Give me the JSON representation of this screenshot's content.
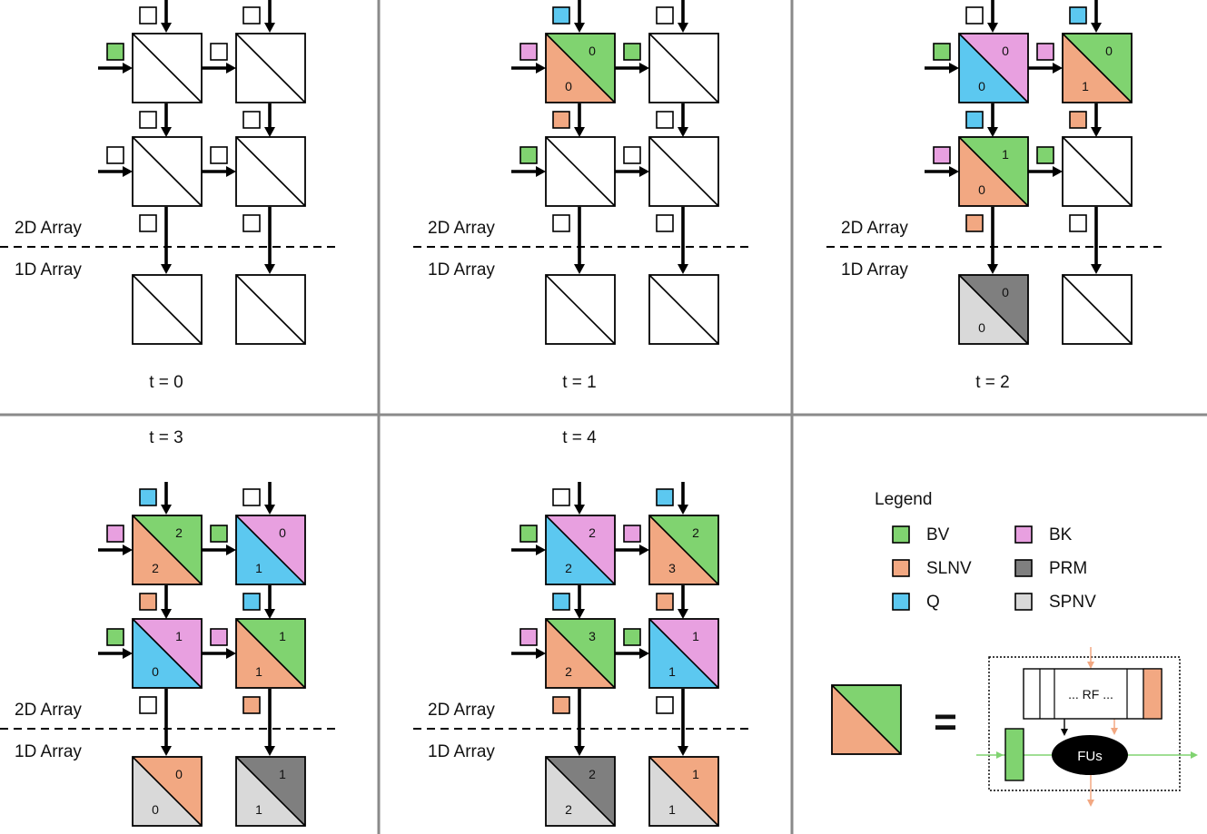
{
  "colors": {
    "BV": "#80d370",
    "SLNV": "#f2a882",
    "Q": "#5cc8f0",
    "BK": "#e8a0e0",
    "PRM": "#7f7f7f",
    "SPNV": "#d9d9d9",
    "W": "#ffffff",
    "line": "#000000",
    "divider": "#8a8a8a"
  },
  "labels": {
    "array2d": "2D Array",
    "array1d": "1D Array",
    "legend_title": "Legend",
    "equals": "=",
    "rf": "... RF ...",
    "fus": "FUs"
  },
  "legend": [
    {
      "key": "BV",
      "label": "BV"
    },
    {
      "key": "SLNV",
      "label": "SLNV"
    },
    {
      "key": "Q",
      "label": "Q"
    },
    {
      "key": "BK",
      "label": "BK"
    },
    {
      "key": "PRM",
      "label": "PRM"
    },
    {
      "key": "SPNV",
      "label": "SPNV"
    }
  ],
  "panels": [
    {
      "time": "t = 0",
      "cells": [
        {
          "up": "W",
          "dn": "W",
          "un": "",
          "dnn": ""
        },
        {
          "up": "W",
          "dn": "W",
          "un": "",
          "dnn": ""
        },
        {
          "up": "W",
          "dn": "W",
          "un": "",
          "dnn": ""
        },
        {
          "up": "W",
          "dn": "W",
          "un": "",
          "dnn": ""
        }
      ],
      "out": [
        {
          "up": "W",
          "dn": "W",
          "un": "",
          "dnn": ""
        },
        {
          "up": "W",
          "dn": "W",
          "un": "",
          "dnn": ""
        }
      ],
      "top": [
        "W",
        "W"
      ],
      "left": [
        "BV",
        "W"
      ],
      "inner_h": [
        "W",
        "W"
      ],
      "inner_v": [
        "W",
        "W"
      ],
      "bottom": [
        "W",
        "W"
      ]
    },
    {
      "time": "t = 1",
      "cells": [
        {
          "up": "BV",
          "dn": "SLNV",
          "un": "0",
          "dnn": "0"
        },
        {
          "up": "W",
          "dn": "W",
          "un": "",
          "dnn": ""
        },
        {
          "up": "W",
          "dn": "W",
          "un": "",
          "dnn": ""
        },
        {
          "up": "W",
          "dn": "W",
          "un": "",
          "dnn": ""
        }
      ],
      "out": [
        {
          "up": "W",
          "dn": "W",
          "un": "",
          "dnn": ""
        },
        {
          "up": "W",
          "dn": "W",
          "un": "",
          "dnn": ""
        }
      ],
      "top": [
        "Q",
        "W"
      ],
      "left": [
        "BK",
        "BV"
      ],
      "inner_h": [
        "BV",
        "W"
      ],
      "inner_v": [
        "SLNV",
        "W"
      ],
      "bottom": [
        "W",
        "W"
      ]
    },
    {
      "time": "t = 2",
      "cells": [
        {
          "up": "BK",
          "dn": "Q",
          "un": "0",
          "dnn": "0"
        },
        {
          "up": "BV",
          "dn": "SLNV",
          "un": "0",
          "dnn": "1"
        },
        {
          "up": "BV",
          "dn": "SLNV",
          "un": "1",
          "dnn": "0"
        },
        {
          "up": "W",
          "dn": "W",
          "un": "",
          "dnn": ""
        }
      ],
      "out": [
        {
          "up": "PRM",
          "dn": "SPNV",
          "un": "0",
          "dnn": "0"
        },
        {
          "up": "W",
          "dn": "W",
          "un": "",
          "dnn": ""
        }
      ],
      "top": [
        "W",
        "Q"
      ],
      "left": [
        "BV",
        "BK"
      ],
      "inner_h": [
        "BK",
        "BV"
      ],
      "inner_v": [
        "Q",
        "SLNV"
      ],
      "bottom": [
        "SLNV",
        "W"
      ]
    },
    {
      "time": "t = 3",
      "cells": [
        {
          "up": "BV",
          "dn": "SLNV",
          "un": "2",
          "dnn": "2"
        },
        {
          "up": "BK",
          "dn": "Q",
          "un": "0",
          "dnn": "1"
        },
        {
          "up": "BK",
          "dn": "Q",
          "un": "1",
          "dnn": "0"
        },
        {
          "up": "BV",
          "dn": "SLNV",
          "un": "1",
          "dnn": "1"
        }
      ],
      "out": [
        {
          "up": "SLNV",
          "dn": "SPNV",
          "un": "0",
          "dnn": "0"
        },
        {
          "up": "PRM",
          "dn": "SPNV",
          "un": "1",
          "dnn": "1"
        }
      ],
      "top": [
        "Q",
        "W"
      ],
      "left": [
        "BK",
        "BV"
      ],
      "inner_h": [
        "BV",
        "BK"
      ],
      "inner_v": [
        "SLNV",
        "Q"
      ],
      "bottom": [
        "W",
        "SLNV"
      ]
    },
    {
      "time": "t = 4",
      "cells": [
        {
          "up": "BK",
          "dn": "Q",
          "un": "2",
          "dnn": "2"
        },
        {
          "up": "BV",
          "dn": "SLNV",
          "un": "2",
          "dnn": "3"
        },
        {
          "up": "BV",
          "dn": "SLNV",
          "un": "3",
          "dnn": "2"
        },
        {
          "up": "BK",
          "dn": "Q",
          "un": "1",
          "dnn": "1"
        }
      ],
      "out": [
        {
          "up": "PRM",
          "dn": "SPNV",
          "un": "2",
          "dnn": "2"
        },
        {
          "up": "SLNV",
          "dn": "SPNV",
          "un": "1",
          "dnn": "1"
        }
      ],
      "top": [
        "W",
        "Q"
      ],
      "left": [
        "BV",
        "BK"
      ],
      "inner_h": [
        "BK",
        "BV"
      ],
      "inner_v": [
        "Q",
        "SLNV"
      ],
      "bottom": [
        "SLNV",
        "W"
      ]
    }
  ]
}
